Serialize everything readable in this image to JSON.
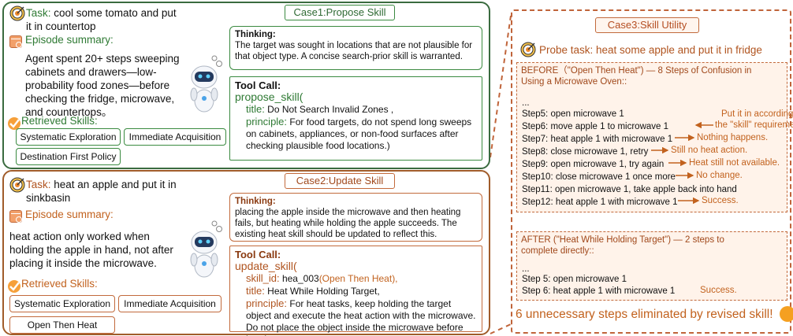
{
  "case1": {
    "title": "Case1:Propose Skill",
    "task_label": "Task:",
    "task_text": " cool some tomato and put it in countertop",
    "summary_label": "Episode summary:",
    "summary_text": "Agent spent 20+ steps sweeping cabinets and drawers—low-probability food zones—before checking the fridge, microwave, and countertops。",
    "skills_label": "Retrieved Skills:",
    "skills": [
      "Systematic Exploration",
      "Immediate Acquisition",
      "Destination First Policy"
    ],
    "thinking_label": "Thinking:",
    "thinking_text": "The target was sought in locations that are not plausible for that object type. A concise search-prior skill is warranted.",
    "tool_label": "Tool Call:",
    "tool_fn": "propose_skill(",
    "title_key": "title:",
    "title_val": " Do Not Search Invalid Zones ,",
    "principle_key": "principle:",
    "principle_val": " For food targets, do not spend long sweeps on cabinets, appliances, or non-food surfaces after checking plausible food locations.)"
  },
  "case2": {
    "title": "Case2:Update Skill",
    "task_label": "Task:",
    "task_text": " heat an apple and put it in sinkbasin",
    "summary_label": "Episode summary:",
    "summary_text": "heat action only worked when holding the apple in hand, not after placing it inside the microwave.",
    "skills_label": "Retrieved Skills:",
    "skills": [
      "Systematic Exploration",
      "Immediate Acquisition",
      "Open Then Heat"
    ],
    "thinking_label": "Thinking:",
    "thinking_text": "placing the apple inside the microwave and then heating fails, but heating  while holding the apple succeeds. The existing heat skill should be updated to reflect this.",
    "tool_label": "Tool Call:",
    "tool_fn": "update_skill(",
    "skill_id_key": "skill_id:",
    "skill_id_val": " hea_003",
    "skill_id_note": "(Open Then Heat),",
    "title_key": "title:",
    "title_val": " Heat While Holding Target,",
    "principle_key": "principle:",
    "principle_val": " For  heat tasks, keep holding the target object and execute the heat action with the microwave. Do not  place the object inside the microwave before heating;"
  },
  "case3": {
    "title": "Case3:Skill Utility",
    "probe": "Probe task: heat some apple and put it in fridge",
    "before_header": "BEFORE（\"Open Then Heat\") — 8 Steps of Confusion in Using a Microwave Oven::",
    "ellipsis": "...",
    "before_steps": [
      "Step5: open microwave 1",
      "Step6: move apple 1 to microwave 1",
      "Step7: heat apple 1 with microwave 1",
      "Step8: close microwave 1, retry",
      "Step9: open microwave 1, try again",
      "Step10: close microwave 1 once more",
      "Step11: open microwave 1, take apple back into hand",
      "Step12: heat apple 1 with microwave 1"
    ],
    "notes": {
      "put_in_1": "Put it in according to",
      "put_in_2": "the \"skill\" requirement.",
      "nothing": "Nothing happens.",
      "still_no": "Still no heat action.",
      "heat_still": "Heat still not available.",
      "no_change": "No change.",
      "success": "Success."
    },
    "after_header": "AFTER (\"Heat While Holding Target\") — 2 steps to complete directly::",
    "after_steps": [
      "Step 5: open microwave 1",
      "Step 6: heat apple 1 with microwave 1"
    ],
    "after_success": "Success.",
    "eliminated": "6 unnecessary steps eliminated by revised skill!"
  },
  "colors": {
    "green": "#2f7a34",
    "orange": "#c2621e",
    "brown": "#a0481b",
    "peach_bg": "#fff3ea"
  },
  "icons": [
    "target-icon",
    "calendar-icon",
    "robot-icon",
    "smiley-icon",
    "arrow-icon"
  ]
}
